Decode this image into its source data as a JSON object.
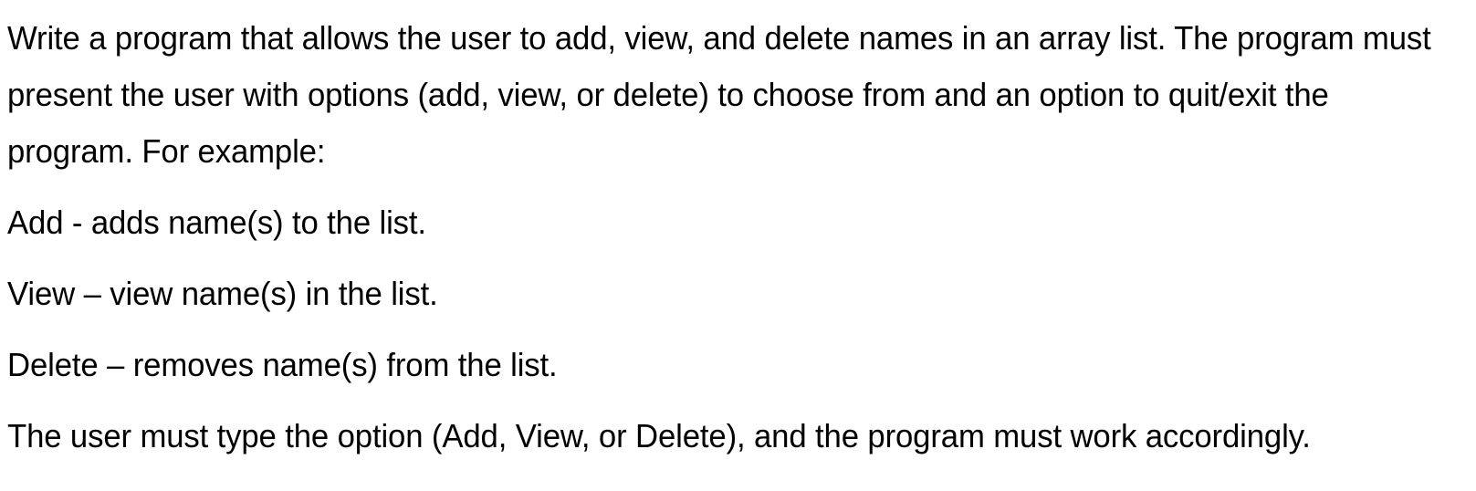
{
  "document": {
    "background_color": "#ffffff",
    "text_color": "#000000",
    "paragraphs": [
      {
        "id": "intro",
        "text": "Write a program that allows the user to add, view, and delete names in an array list. The program must present the user with options (add, view, or delete) to choose from and an option to quit/exit the program. For example:"
      },
      {
        "id": "add-option",
        "text": "Add - adds name(s) to the list."
      },
      {
        "id": "view-option",
        "text": "View – view name(s) in the list."
      },
      {
        "id": "delete-option",
        "text": "Delete – removes name(s) from the list."
      },
      {
        "id": "closing",
        "text": "The user must type the option (Add, View, or Delete), and the program must work accordingly."
      }
    ]
  }
}
